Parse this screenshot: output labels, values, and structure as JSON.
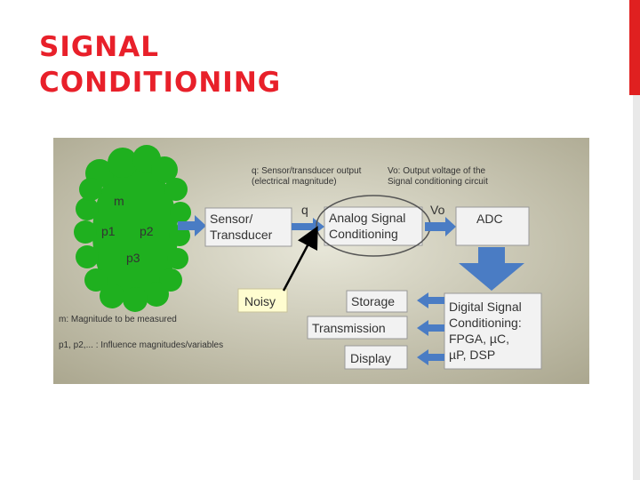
{
  "slide": {
    "title_line1": "SIGNAL",
    "title_line2": "CONDITIONING",
    "accent_color": "#e8202a"
  },
  "diagram": {
    "cloud_labels": [
      "m",
      "p1",
      "p2",
      "p3"
    ],
    "cloud_color": "#1fb01f",
    "q_note_line1": "q: Sensor/transducer output",
    "q_note_line2": "(electrical magnitude)",
    "vo_note_line1": "Vo: Output voltage of the",
    "vo_note_line2": "Signal conditioning circuit",
    "sensor_line1": "Sensor/",
    "sensor_line2": "Transducer",
    "q_label": "q",
    "analog_line1": "Analog Signal",
    "analog_line2": "Conditioning",
    "vo_label": "Vo",
    "adc": "ADC",
    "noisy": "Noisy",
    "storage": "Storage",
    "transmission": "Transmission",
    "display": "Display",
    "digital_line1": "Digital Signal",
    "digital_line2": "Conditioning:",
    "digital_line3": "FPGA, µC,",
    "digital_line4": "µP, DSP",
    "m_note": "m: Magnitude to be measured",
    "p_note": "p1, p2,... : Influence magnitudes/variables",
    "arrow_color": "#4a7cc4",
    "background": "#c8c4ae"
  }
}
